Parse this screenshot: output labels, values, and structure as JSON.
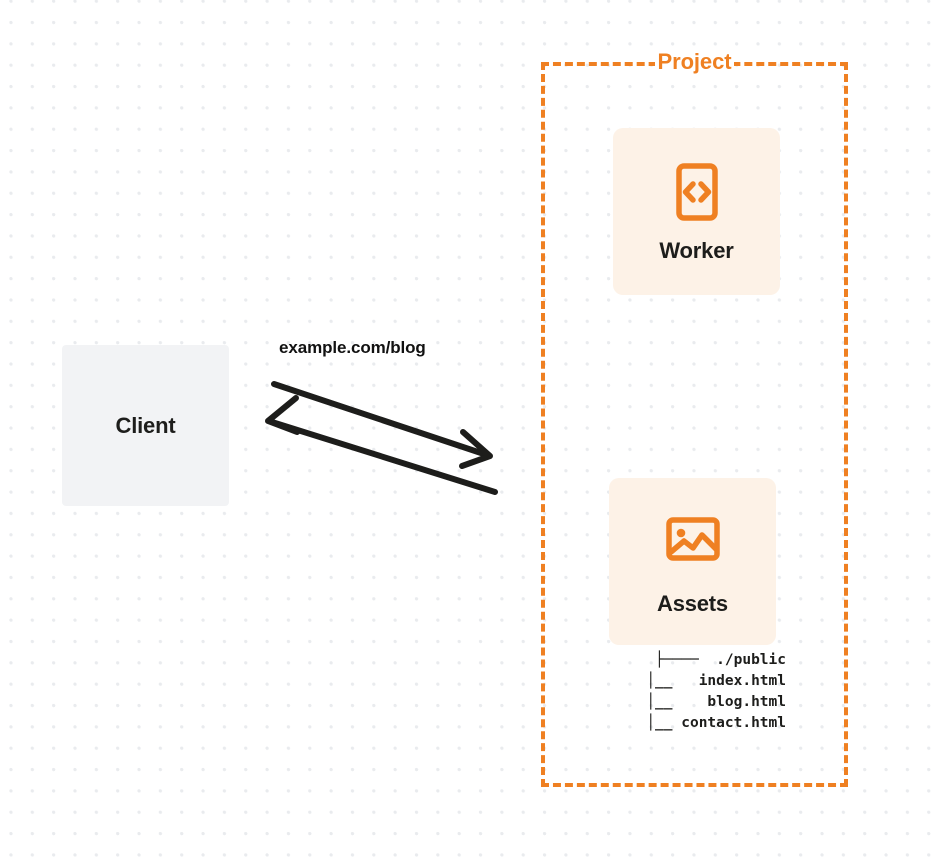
{
  "diagram": {
    "title": "Cloudflare Worker and static assets request flow",
    "background": {
      "style": "dot-grid",
      "dot_color": "#e9ebee",
      "page_color": "#ffffff"
    },
    "accent_color": "#ef8022",
    "card_color": "#fdf2e7",
    "client_card_color": "#f2f3f5",
    "text_color": "#1d1d1b"
  },
  "project": {
    "label": "Project",
    "border_color": "#ef8022",
    "border_style": "dashed"
  },
  "nodes": {
    "client": {
      "label": "Client",
      "icon": "none"
    },
    "worker": {
      "label": "Worker",
      "icon": "code-brackets-icon",
      "icon_color": "#ef8022"
    },
    "assets": {
      "label": "Assets",
      "icon": "image-icon",
      "icon_color": "#ef8022"
    }
  },
  "edges": {
    "request_label": "example.com/blog",
    "arrow_color": "#1d1d1b",
    "directions": [
      "client-to-project",
      "project-to-client"
    ]
  },
  "file_tree": {
    "lines": [
      "├────  ./public",
      "  │__   index.html",
      "  │__    blog.html",
      "  │__ contact.html"
    ],
    "root": "./public",
    "files": [
      "index.html",
      "blog.html",
      "contact.html"
    ]
  }
}
